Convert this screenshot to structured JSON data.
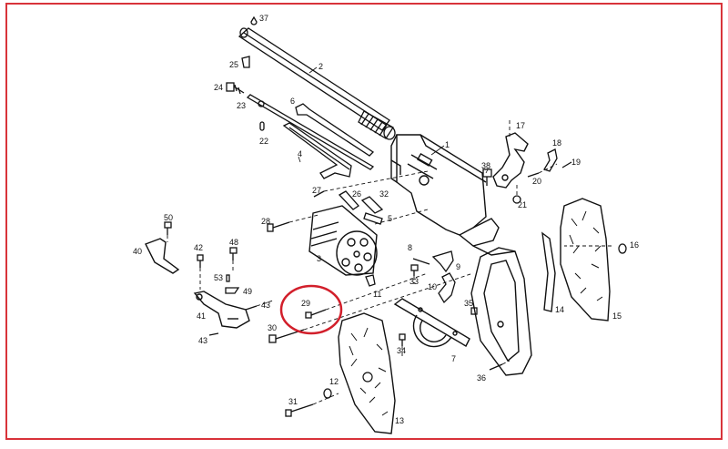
{
  "colors": {
    "frame_border": "#d8333a",
    "ink": "#111111",
    "highlight_circle": "#d21f2b",
    "grip_fill": "#ffffff"
  },
  "callouts": {
    "n1": "1",
    "n2": "2",
    "n3": "3",
    "n4": "4",
    "n5": "5",
    "n6": "6",
    "n7": "7",
    "n8": "8",
    "n9": "9",
    "n10": "10",
    "n11": "11",
    "n12": "12",
    "n13": "13",
    "n14": "14",
    "n15": "15",
    "n16": "16",
    "n17": "17",
    "n18": "18",
    "n19": "19",
    "n20": "20",
    "n21": "21",
    "n22": "22",
    "n23": "23",
    "n24": "24",
    "n25": "25",
    "n26": "26",
    "n27": "27",
    "n28": "28",
    "n29": "29",
    "n30": "30",
    "n31": "31",
    "n32": "32",
    "n33": "33",
    "n34": "34",
    "n35": "35",
    "n36": "36",
    "n37": "37",
    "n38": "38",
    "n40": "40",
    "n41": "41",
    "n42": "42",
    "n43a": "43",
    "n43b": "43",
    "n48": "48",
    "n49": "49",
    "n50": "50",
    "n53": "53"
  },
  "highlighted_part": "29"
}
